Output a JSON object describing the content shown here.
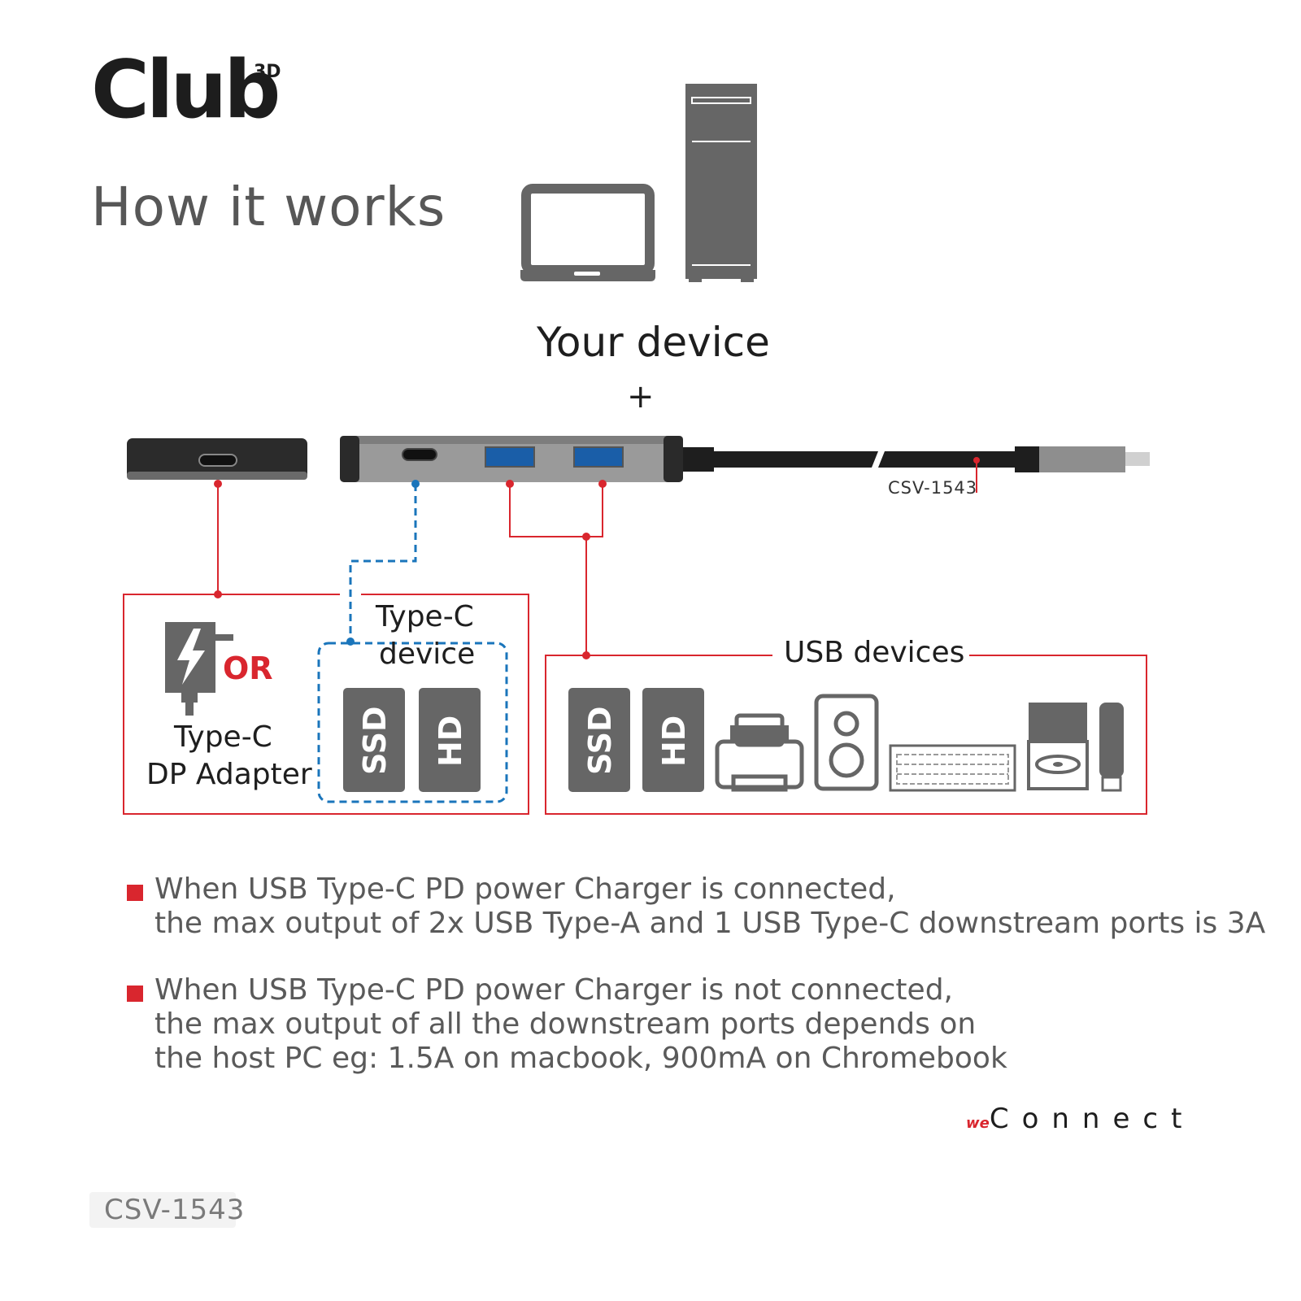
{
  "brand": {
    "logo_text": "Club",
    "logo_superscript": "3D",
    "footer_logo_prefix": "we",
    "footer_logo_text": "Connect"
  },
  "heading": "How it works",
  "host": {
    "label": "Your device",
    "plus": "+"
  },
  "hub": {
    "model_callout": "CSV-1543"
  },
  "typec_group": {
    "line1": "Type-C",
    "line2": "device",
    "ssd": "SSD",
    "hd": "HD"
  },
  "power_group": {
    "or": "OR",
    "line1": "Type-C",
    "line2": "DP Adapter"
  },
  "usb_group": {
    "title": "USB devices",
    "ssd": "SSD",
    "hd": "HD"
  },
  "notes": [
    {
      "lines": [
        "When USB Type-C PD power Charger is connected,",
        "the max output of 2x USB Type-A and 1 USB Type-C downstream ports is 3A"
      ]
    },
    {
      "lines": [
        "When USB Type-C PD power Charger is not connected,",
        "the max output of all the downstream ports depends on",
        "the host PC eg: 1.5A on macbook, 900mA on Chromebook"
      ]
    }
  ],
  "model_tag": "CSV-1543",
  "colors": {
    "accent_red": "#d9262e",
    "accent_blue": "#1a75bb",
    "icon_gray": "#666666"
  }
}
